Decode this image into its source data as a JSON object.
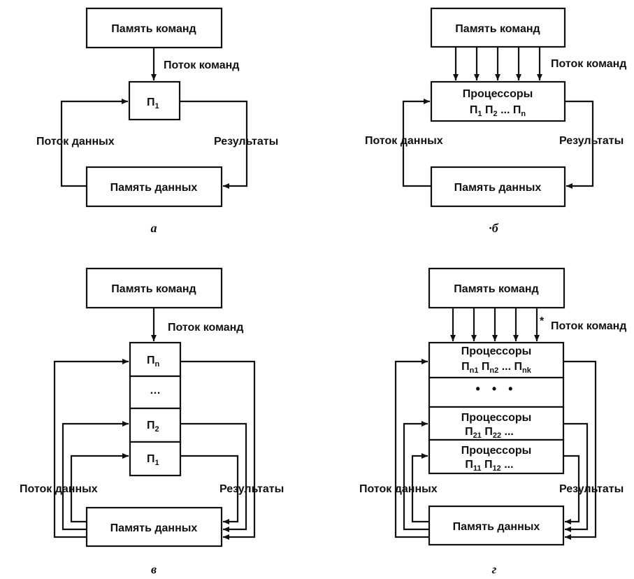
{
  "labels": {
    "instr_mem": "Память команд",
    "data_mem": "Память данных",
    "instr_flow": "Поток команд",
    "data_flow": "Поток данных",
    "results": "Результаты",
    "processors": "Процессоры",
    "p": "П"
  },
  "subs": {
    "one": "1",
    "two": "2",
    "n": "n",
    "n1": "n1",
    "n2": "n2",
    "nk": "nk",
    "s21": "21",
    "s22": "22",
    "s11": "11",
    "s12": "12"
  },
  "glyphs": {
    "ellipsis": "...",
    "ellipsis_mid": "…",
    "dots_big": "• • •",
    "asterisk": "*",
    "b_prefix": "·"
  },
  "captions": {
    "a": "а",
    "b": "б",
    "v": "в",
    "g": "г"
  }
}
